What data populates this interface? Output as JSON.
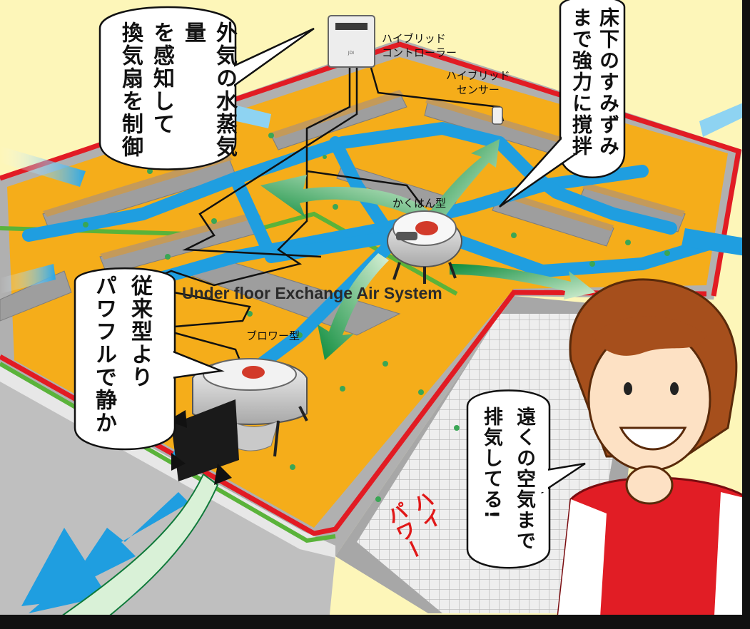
{
  "title": "Under floor Exchange Air System",
  "labels": {
    "controller": "ハイブリッド\nコントローラー",
    "controller_line1": "ハイブリッド",
    "controller_line2": "コントローラー",
    "sensor_line1": "ハイブリッド",
    "sensor_line2": "センサー",
    "stirring_type": "かくはん型",
    "blower_type": "ブロワー型"
  },
  "bubbles": {
    "outside_air": [
      "外気の水蒸気量",
      "を感知して",
      "換気扇を制御"
    ],
    "underfloor": [
      "床下のすみずみ",
      "まで強力に撹拌"
    ],
    "powerful": [
      "従来型より",
      "パワフルで静か"
    ],
    "far_air": [
      "遠くの空気まで",
      "排気してる!"
    ]
  },
  "handwritten": [
    "ハイ",
    "パワー"
  ],
  "colors": {
    "background": "#fdf6b9",
    "floor": "#f5ad1a",
    "duct_blue": "#1f9ee0",
    "frame_red": "#e21b23",
    "frame_green": "#5ab33a",
    "arrow_green": "#1fa24a",
    "concrete": "#b7b7b7",
    "beam": "#c49a5a"
  },
  "icons": [
    "controller-device-icon",
    "sensor-icon",
    "stirring-fan-icon",
    "blower-fan-icon",
    "woman-illustration"
  ]
}
